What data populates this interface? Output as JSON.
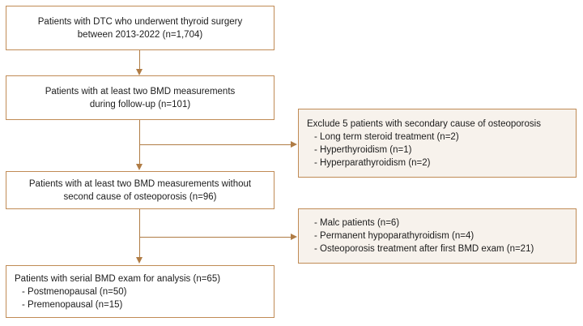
{
  "figure": {
    "type": "flowchart",
    "orientation": "top-to-bottom-with-right-exclusions",
    "colors": {
      "border": "#c08b55",
      "connector": "#b07c45",
      "box_fill": "#ffffff",
      "exclusion_fill": "#f7f2ec",
      "text": "#1c1c1c",
      "background": "#ffffff"
    }
  },
  "main_flow": {
    "box1": {
      "line1": "Patients with DTC who underwent thyroid surgery",
      "line2": "between 2013-2022 (n=1,704)"
    },
    "box2": {
      "line1": "Patients with at least two BMD measurements",
      "line2": "during follow-up (n=101)"
    },
    "box3": {
      "line1": "Patients with at least two BMD measurements without",
      "line2": "second cause of osteoporosis (n=96)"
    },
    "box4": {
      "line1": "Patients with serial BMD exam for analysis (n=65)",
      "line2": "- Postmenopausal (n=50)",
      "line3": "- Premenopausal (n=15)"
    }
  },
  "exclusions": {
    "exclusion1": {
      "line1": "Exclude 5 patients with secondary cause of osteoporosis",
      "line2": "- Long term steroid treatment (n=2)",
      "line3": "- Hyperthyroidism (n=1)",
      "line4": "- Hyperparathyroidism (n=2)"
    },
    "exclusion2": {
      "line1": "- Malc patients (n=6)",
      "line2": "- Permanent hypoparathyroidism (n=4)",
      "line3": "- Osteoporosis treatment after first BMD exam (n=21)"
    }
  }
}
